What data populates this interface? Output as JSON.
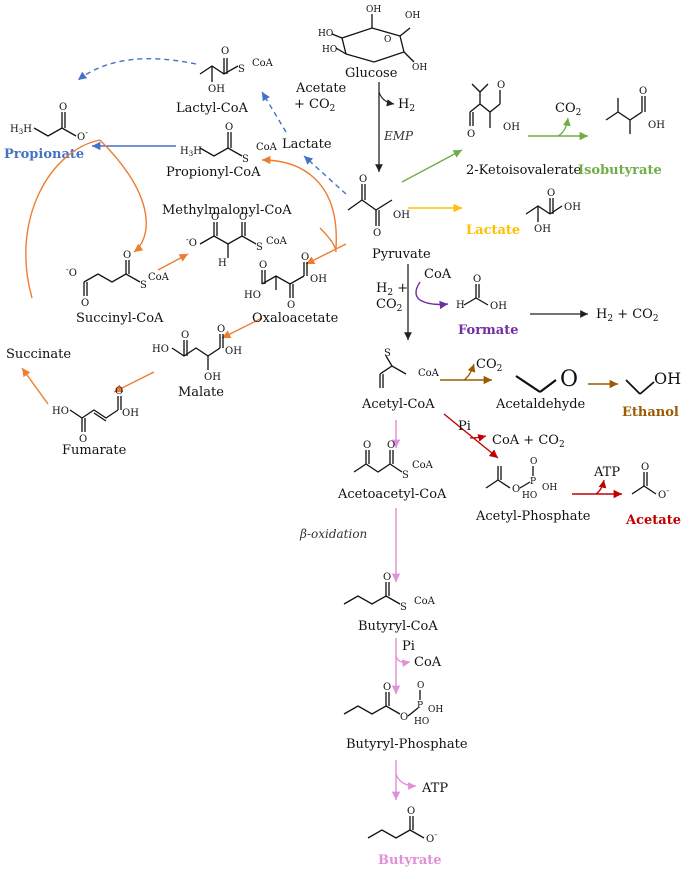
{
  "colors": {
    "black": "#222222",
    "blue": "#4472C4",
    "orange": "#ED7D31",
    "green": "#70AD47",
    "yellow": "#FFC000",
    "purple": "#7030A0",
    "brown": "#9C5B00",
    "red": "#C00000",
    "pink": "#E28ED8"
  },
  "metabolites": {
    "glucose": "Glucose",
    "pyruvate": "Pyruvate",
    "ketoisovalerate": "2-Ketoisovalerate",
    "lactyl_coa": "Lactyl-CoA",
    "propionyl_coa": "Propionyl-CoA",
    "lactate_mid": "Lactate",
    "methylmalonyl_coa": "Methylmalonyl-CoA",
    "succinyl_coa": "Succinyl-CoA",
    "oxaloacetate": "Oxaloacetate",
    "succinate": "Succinate",
    "malate": "Malate",
    "fumarate": "Fumarate",
    "acetyl_coa": "Acetyl-CoA",
    "acetaldehyde": "Acetaldehyde",
    "acetyl_phosphate": "Acetyl-Phosphate",
    "acetoacetyl_coa": "Acetoacetyl-CoA",
    "butyryl_coa": "Butyryl-CoA",
    "butyryl_phosphate": "Butyryl-Phosphate"
  },
  "products": {
    "propionate": "Propionate",
    "isobutyrate": "Isobutyrate",
    "lactate": "Lactate",
    "formate": "Formate",
    "ethanol": "Ethanol",
    "acetate": "Acetate",
    "butyrate": "Butyrate"
  },
  "cofactors": {
    "acetate_co2_1": "Acetate",
    "acetate_co2_2": "+ CO",
    "h2_glucose": "H",
    "co2_isobutyrate": "CO",
    "h2_plus": "H",
    "co2_formate": "CO",
    "coa_formate": "CoA",
    "h2_co2_right": "H",
    "co2_acetaldehyde": "CO",
    "pi_acetylp": "Pi",
    "coa_co2": "CoA + CO",
    "atp_acetate": "ATP",
    "pi_butyryl": "Pi",
    "coa_butyryl": "CoA",
    "atp_butyrate": "ATP"
  },
  "pathway_labels": {
    "emp": "EMP",
    "beta_oxidation": "β-oxidation"
  },
  "atoms": {
    "oh": "OH",
    "ho": "HO",
    "o": "O",
    "o_minus": "O",
    "s": "S",
    "coa": "CoA",
    "p": "P",
    "h": "H",
    "h3c": "H",
    "subscript_2": "2",
    "subscript_3": "3",
    "charge_minus": "-"
  }
}
